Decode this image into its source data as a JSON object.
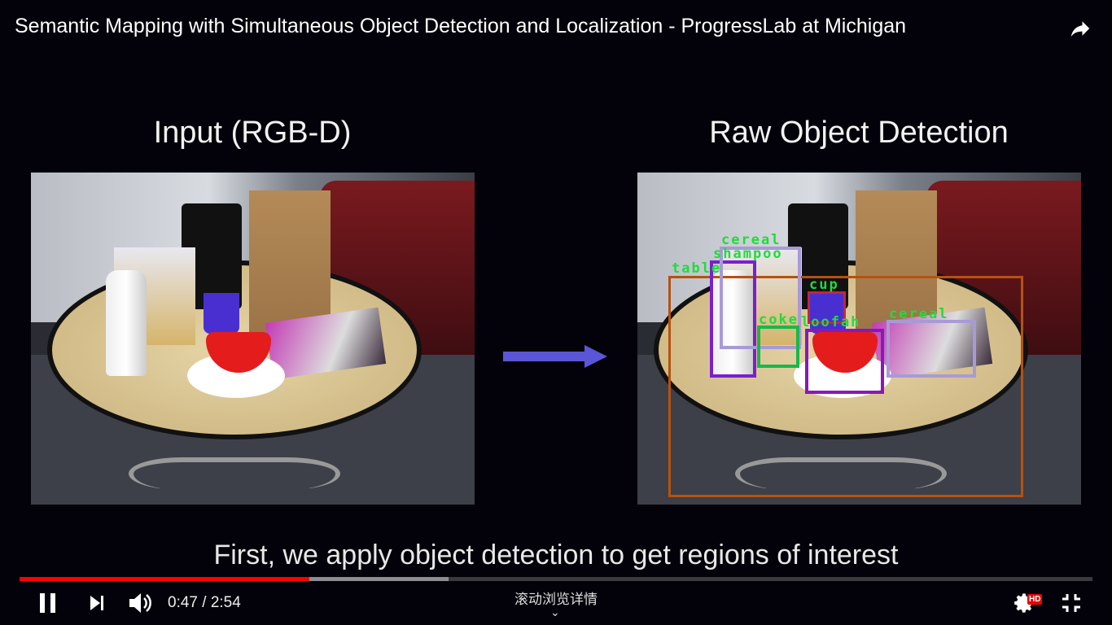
{
  "video": {
    "title": "Semantic Mapping with Simultaneous Object Detection and Localization - ProgressLab at Michigan"
  },
  "slide": {
    "left_heading": "Input (RGB-D)",
    "right_heading": "Raw Object Detection",
    "detections": [
      {
        "label": "table",
        "color": "#b5520f"
      },
      {
        "label": "shampoo",
        "color": "#7a1fd0"
      },
      {
        "label": "cereal",
        "color": "#a89ad6"
      },
      {
        "label": "cup",
        "color": "#c0283a"
      },
      {
        "label": "coke",
        "color": "#18b84a"
      },
      {
        "label": "loofah",
        "color": "#8a18b8"
      },
      {
        "label": "cereal",
        "color": "#a89ad6"
      }
    ],
    "label_color": "#1fdc3c",
    "arrow_color": "#5a56d6"
  },
  "subtitle": "First, we apply object detection to get regions of interest",
  "player": {
    "current_time": "0:47",
    "duration": "2:54",
    "time_display": "0:47 / 2:54",
    "played_fraction": 0.27,
    "buffered_fraction": 0.4,
    "scroll_hint": "滚动浏览详情",
    "quality_badge": "HD",
    "accent": "#ff0000",
    "icons": [
      "pause-icon",
      "next-icon",
      "volume-icon",
      "settings-icon",
      "exit-fullscreen-icon",
      "share-icon",
      "chevron-down-icon"
    ]
  }
}
